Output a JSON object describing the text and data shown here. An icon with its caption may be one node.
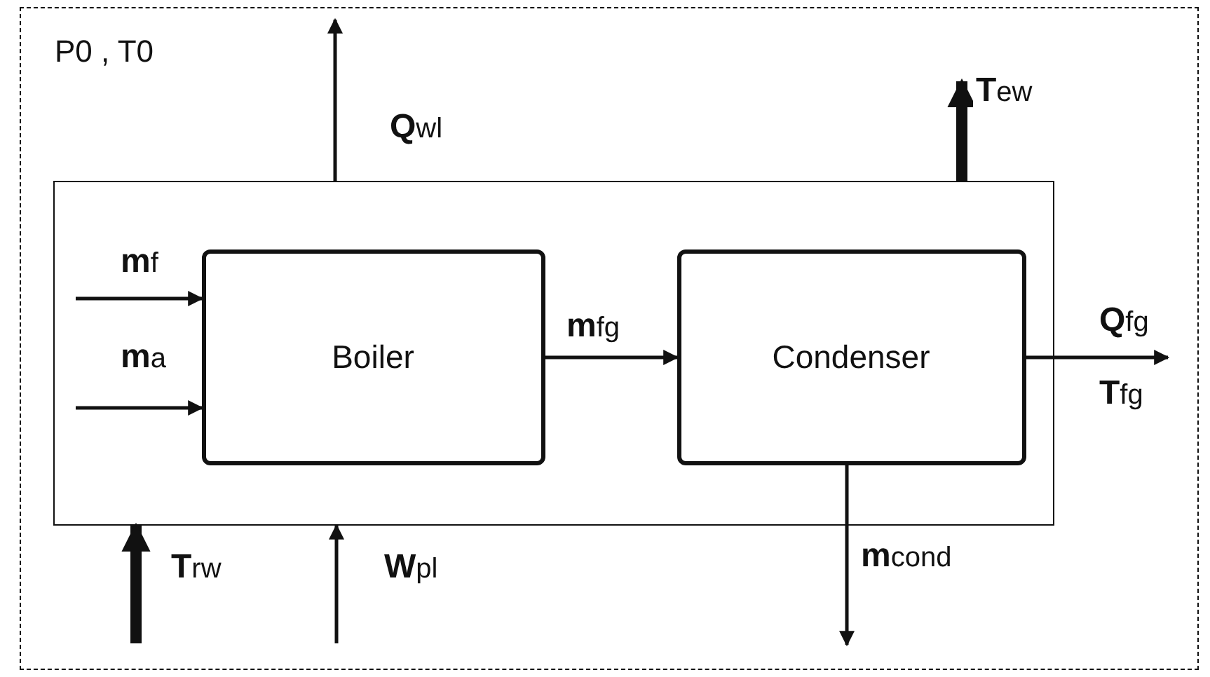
{
  "diagram": {
    "nodes": [
      {
        "text": [
          "P0 , T0"
        ]
      },
      {
        "text": [],
        "shape": "box",
        "in": 0
      },
      {
        "text": [
          "Boiler"
        ],
        "in": 1
      },
      {
        "text": [
          "Condenser"
        ],
        "in": 1
      }
    ],
    "edges": [
      {
        "from": 1,
        "to": null,
        "arrow": "to",
        "label": "**Q**wl"
      },
      {
        "from": 1,
        "to": null,
        "arrow": "to",
        "label": "**T**ew",
        "style": "thick"
      },
      {
        "from": null,
        "to": 2,
        "arrow": "to",
        "label": "**m**f"
      },
      {
        "from": null,
        "to": 2,
        "arrow": "to",
        "label": "**m**a"
      },
      {
        "from": 2,
        "to": 3,
        "arrow": "to",
        "label": "**m**fg"
      },
      {
        "from": 3,
        "to": null,
        "arrow": "to",
        "label": "**Q**fg"
      },
      {
        "from": 3,
        "to": null,
        "arrow": "to",
        "label": "**m**cond"
      },
      {
        "from": null,
        "to": 1,
        "arrow": "to",
        "label": "**T**rw",
        "style": "thick"
      },
      {
        "from": null,
        "to": 1,
        "arrow": "to",
        "label": "**W**pl"
      }
    ],
    "labels": [
      "**T**fg"
    ]
  }
}
